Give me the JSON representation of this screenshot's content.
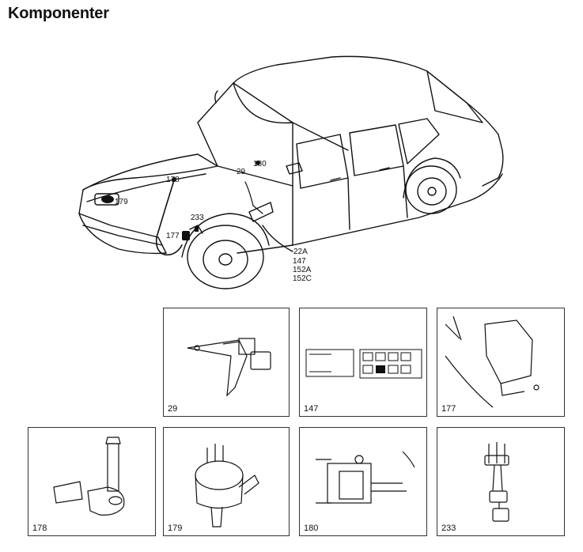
{
  "title": "Komponenter",
  "car_callouts": {
    "c179": "179",
    "c178": "178",
    "c233": "233",
    "c177": "177",
    "c29": "29",
    "c180": "180",
    "c22a": "22A",
    "c147": "147",
    "c152a": "152A",
    "c152c": "152C"
  },
  "panels": [
    {
      "id": "29",
      "label": "29"
    },
    {
      "id": "147",
      "label": "147"
    },
    {
      "id": "177",
      "label": "177"
    },
    {
      "id": "178",
      "label": "178"
    },
    {
      "id": "179",
      "label": "179"
    },
    {
      "id": "180",
      "label": "180"
    },
    {
      "id": "233",
      "label": "233"
    }
  ]
}
